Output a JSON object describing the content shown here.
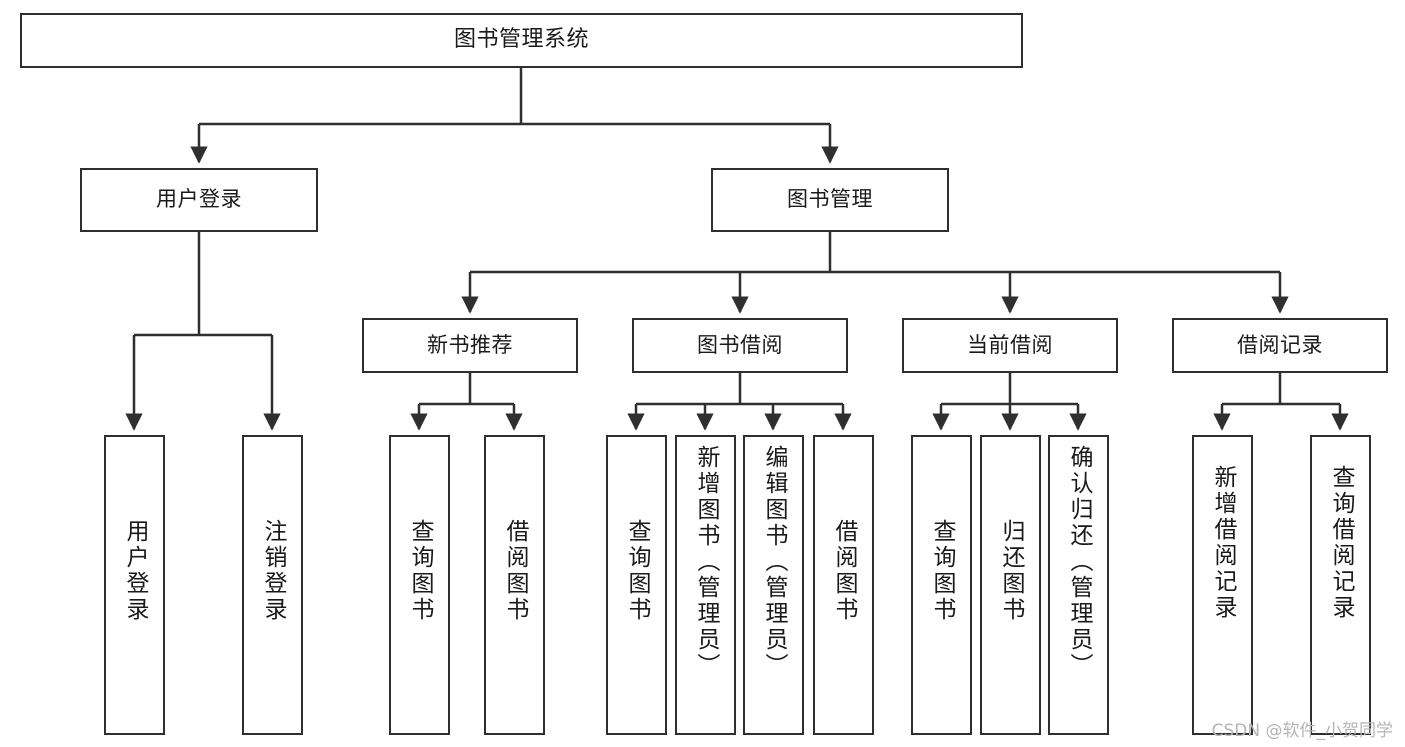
{
  "diagram": {
    "type": "tree-hierarchy",
    "title": "图书管理系统",
    "watermark": "CSDN @软件_小贺同学",
    "colors": {
      "background": "#ffffff",
      "stroke": "#2f2f2f",
      "text": "#1a1a1a",
      "watermark": "#b5b5b5"
    },
    "nodes": {
      "root": {
        "label": "图书管理系统"
      },
      "level2": [
        {
          "id": "user-login",
          "label": "用户登录"
        },
        {
          "id": "book-manage",
          "label": "图书管理"
        }
      ],
      "level3": [
        {
          "id": "new-book-rec",
          "label": "新书推荐"
        },
        {
          "id": "book-borrow",
          "label": "图书借阅"
        },
        {
          "id": "current-borrow",
          "label": "当前借阅"
        },
        {
          "id": "borrow-record",
          "label": "借阅记录"
        }
      ],
      "leaves": {
        "user_login": [
          {
            "id": "leaf-user-login",
            "label": "用户登录"
          },
          {
            "id": "leaf-logout-login",
            "label": "注销登录"
          }
        ],
        "new_book_rec": [
          {
            "id": "leaf-query-book-1",
            "label": "查询图书"
          },
          {
            "id": "leaf-borrow-book-1",
            "label": "借阅图书"
          }
        ],
        "book_borrow": [
          {
            "id": "leaf-query-book-2",
            "label": "查询图书"
          },
          {
            "id": "leaf-add-book",
            "label": "新增图书（管理员）"
          },
          {
            "id": "leaf-edit-book",
            "label": "编辑图书（管理员）"
          },
          {
            "id": "leaf-borrow-book-2",
            "label": "借阅图书"
          }
        ],
        "current_borrow": [
          {
            "id": "leaf-query-book-3",
            "label": "查询图书"
          },
          {
            "id": "leaf-return-book",
            "label": "归还图书"
          },
          {
            "id": "leaf-confirm-return",
            "label": "确认归还（管理员）"
          }
        ],
        "borrow_record": [
          {
            "id": "leaf-add-record",
            "label": "新增借阅记录"
          },
          {
            "id": "leaf-query-record",
            "label": "查询借阅记录"
          }
        ]
      }
    }
  }
}
